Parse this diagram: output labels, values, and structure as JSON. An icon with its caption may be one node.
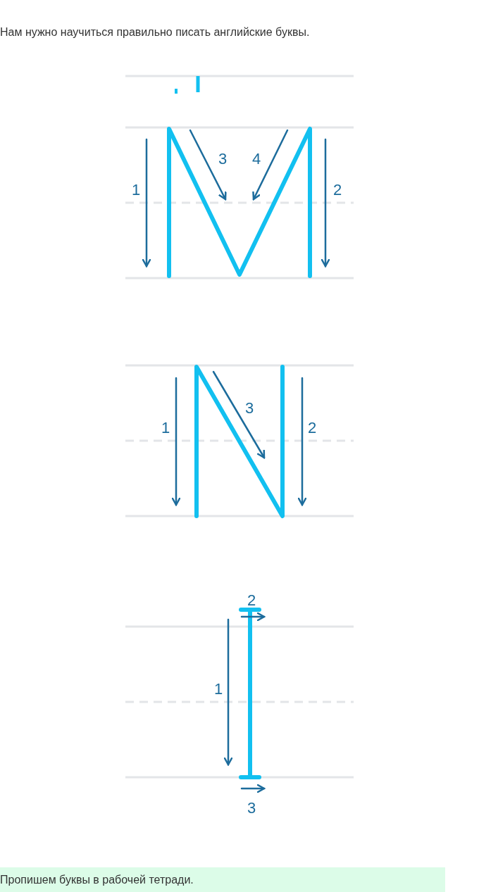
{
  "diagram": {
    "title": "Нам нужно научиться правильно писать английские буквы.",
    "caption": "Пропишем буквы в рабочей тетради.",
    "labels": [
      "3",
      "4",
      "1",
      "2",
      "3",
      "1",
      "2",
      "2",
      "1",
      "3"
    ]
  }
}
